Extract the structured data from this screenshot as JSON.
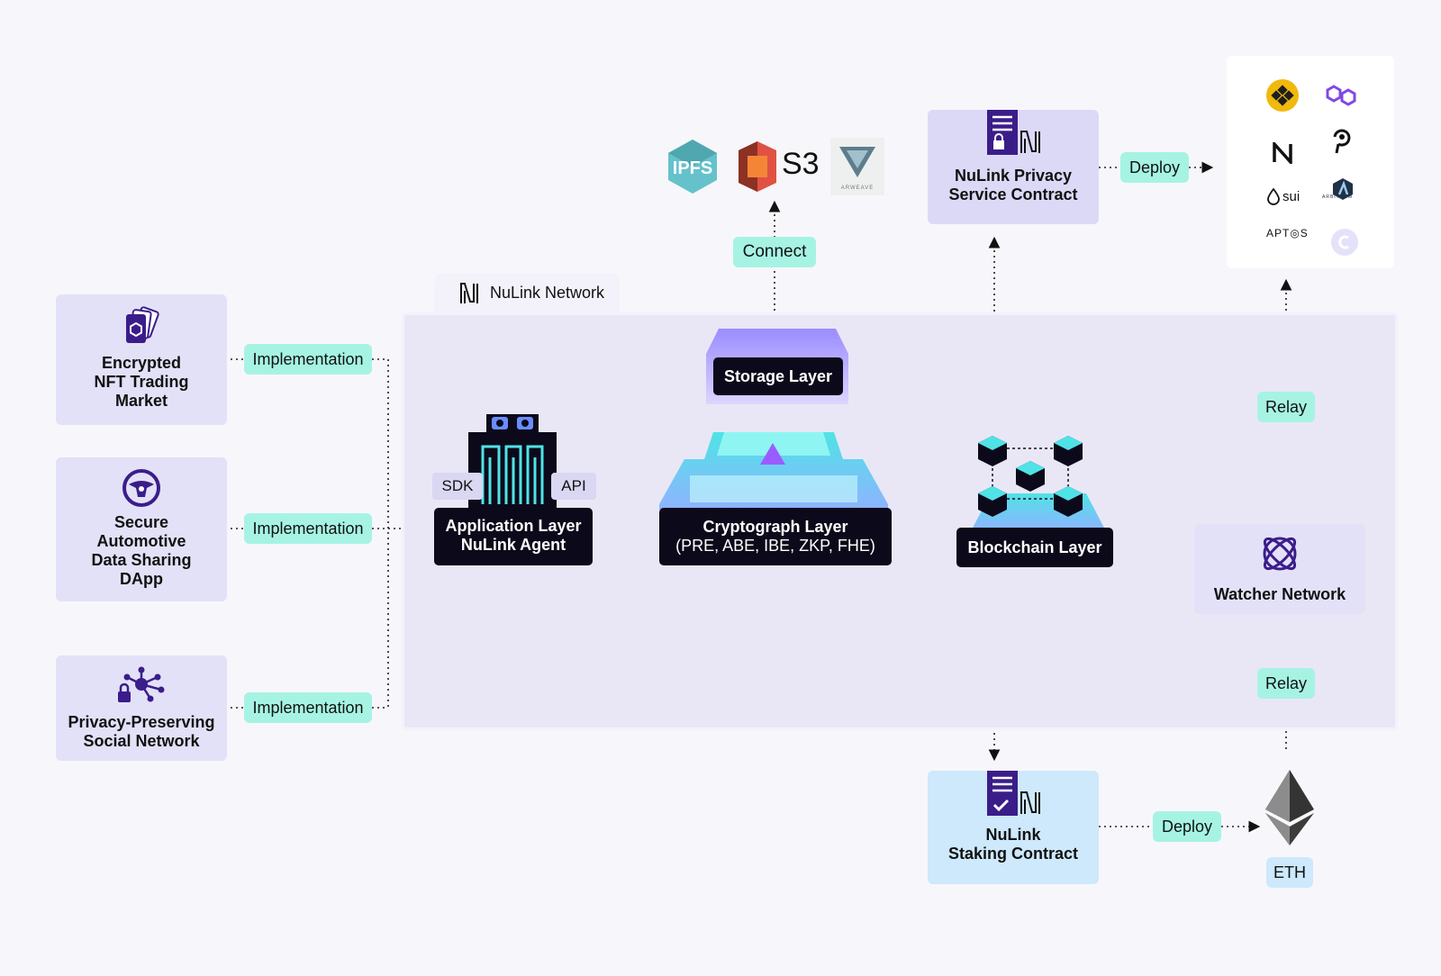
{
  "left_cards": [
    {
      "label_lines": [
        "Encrypted",
        "NFT Trading",
        "Market"
      ],
      "icon": "encrypted-cards-icon"
    },
    {
      "label_lines": [
        "Secure",
        "Automotive",
        "Data Sharing",
        "DApp"
      ],
      "icon": "steering-wheel-icon"
    },
    {
      "label_lines": [
        "Privacy-Preserving",
        "Social Network"
      ],
      "icon": "lock-network-icon"
    }
  ],
  "implementation_label": "Implementation",
  "network": {
    "title": "NuLink Network",
    "icon": "nulink-logo-icon"
  },
  "application_layer": {
    "line1": "Application Layer",
    "line2": "NuLink Agent",
    "sdk": "SDK",
    "api": "API"
  },
  "storage_layer": {
    "label": "Storage Layer"
  },
  "cryptograph_layer": {
    "line1": "Cryptograph Layer",
    "line2": "(PRE, ABE, IBE, ZKP, FHE)"
  },
  "blockchain_layer": {
    "label": "Blockchain Layer"
  },
  "storage_providers": {
    "ipfs": "IPFS",
    "s3": "S3",
    "arweave": "ARWEAVE"
  },
  "connect_label": "Connect",
  "privacy_contract": {
    "line1": "NuLink Privacy",
    "line2": "Service Contract"
  },
  "staking_contract": {
    "line1": "NuLink",
    "line2": "Staking Contract"
  },
  "deploy_label": "Deploy",
  "relay_label": "Relay",
  "watcher_network": {
    "label": "Watcher Network"
  },
  "eth": {
    "label": "ETH"
  },
  "chains": {
    "sui": "sui",
    "aptos": "APT◎S",
    "arbitrum": "ARBITRUM",
    "icons": [
      "bnb-chain-icon",
      "polygon-icon",
      "near-icon",
      "polkadot-icon",
      "sui-icon",
      "arbitrum-icon",
      "aptos-icon",
      "conflux-icon"
    ]
  },
  "colors": {
    "card_bg": "#e3e1f7",
    "pill_bg": "#a6f3e4",
    "dark_bg": "#0c0a1a",
    "contract_bg": "#cde9fb",
    "network_bg": "#e9e7f6",
    "accent_purple": "#3b1d8a",
    "accent_cyan": "#4fe3e6"
  }
}
